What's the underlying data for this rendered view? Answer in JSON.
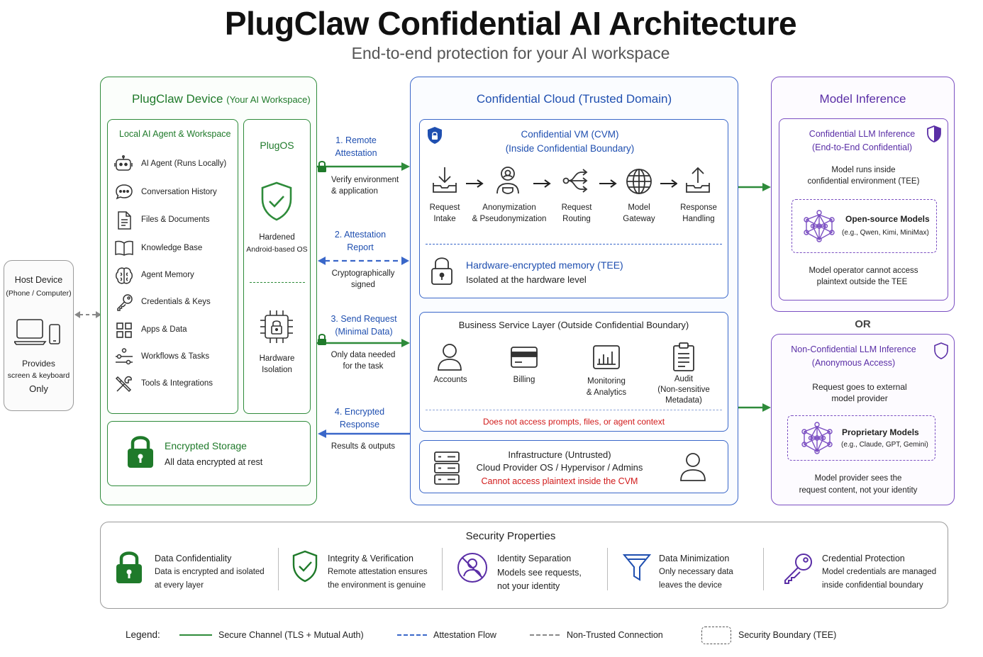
{
  "header": {
    "title": "PlugClaw Confidential AI Architecture",
    "subtitle": "End-to-end protection for your AI workspace"
  },
  "host": {
    "title": "Host Device",
    "sub": "(Phone / Computer)",
    "desc1": "Provides",
    "desc2": "screen & keyboard",
    "desc3": "Only"
  },
  "device": {
    "title": "PlugClaw Device",
    "title_suffix": "(Your AI Workspace)",
    "workspace_title": "Local AI Agent & Workspace",
    "items": [
      {
        "label": "AI Agent (Runs Locally)",
        "icon": "robot-icon"
      },
      {
        "label": "Conversation History",
        "icon": "chat-icon"
      },
      {
        "label": "Files & Documents",
        "icon": "document-icon"
      },
      {
        "label": "Knowledge Base",
        "icon": "book-icon"
      },
      {
        "label": "Agent Memory",
        "icon": "brain-icon"
      },
      {
        "label": "Credentials & Keys",
        "icon": "key-icon"
      },
      {
        "label": "Apps & Data",
        "icon": "grid-icon"
      },
      {
        "label": "Workflows & Tasks",
        "icon": "workflow-icon"
      },
      {
        "label": "Tools & Integrations",
        "icon": "tools-icon"
      }
    ],
    "os_title": "PlugOS",
    "os_hardened1": "Hardened",
    "os_hardened2": "Android-based OS",
    "os_hw1": "Hardware",
    "os_hw2": "Isolation",
    "storage_title": "Encrypted Storage",
    "storage_desc": "All data encrypted at rest"
  },
  "flows": {
    "f1_l1": "1. Remote",
    "f1_l2": "Attestation",
    "f1_d1": "Verify environment",
    "f1_d2": "& application",
    "f2_l1": "2. Attestation",
    "f2_l2": "Report",
    "f2_d1": "Cryptographically",
    "f2_d2": "signed",
    "f3_l1": "3. Send Request",
    "f3_l2": "(Minimal Data)",
    "f3_d1": "Only data needed",
    "f3_d2": "for the task",
    "f4_l1": "4. Encrypted",
    "f4_l2": "Response",
    "f4_d1": "Results & outputs"
  },
  "cloud": {
    "title": "Confidential Cloud (Trusted Domain)",
    "vm_title1": "Confidential VM (CVM)",
    "vm_title2": "(Inside Confidential Boundary)",
    "steps": [
      {
        "l1": "Request",
        "l2": "Intake",
        "icon": "download-icon"
      },
      {
        "l1": "Anonymization",
        "l2": "& Pseudonymization",
        "icon": "user-shield-icon"
      },
      {
        "l1": "Request",
        "l2": "Routing",
        "icon": "routing-icon"
      },
      {
        "l1": "Model",
        "l2": "Gateway",
        "icon": "globe-icon"
      },
      {
        "l1": "Response",
        "l2": "Handling",
        "icon": "upload-icon"
      }
    ],
    "mem_title": "Hardware-encrypted memory (TEE)",
    "mem_desc": "Isolated at the hardware level",
    "biz_title": "Business Service Layer",
    "biz_suffix": "(Outside Confidential Boundary)",
    "biz_items": [
      {
        "l1": "Accounts",
        "l2": "",
        "l3": "",
        "icon": "user-icon"
      },
      {
        "l1": "Billing",
        "l2": "",
        "l3": "",
        "icon": "card-icon"
      },
      {
        "l1": "Monitoring",
        "l2": "& Analytics",
        "l3": "",
        "icon": "chart-icon"
      },
      {
        "l1": "Audit",
        "l2": "(Non-sensitive",
        "l3": "Metadata)",
        "icon": "clipboard-icon"
      }
    ],
    "biz_note": "Does not access prompts, files, or agent context",
    "infra_l1": "Infrastructure (Untrusted)",
    "infra_l2": "Cloud Provider OS / Hypervisor / Admins",
    "infra_l3": "Cannot access plaintext inside the CVM"
  },
  "inference": {
    "title": "Model Inference",
    "conf_title1": "Confidential LLM Inference",
    "conf_title2": "(End-to-End Confidential)",
    "conf_d1": "Model runs inside",
    "conf_d2": "confidential environment (TEE)",
    "oss_title": "Open-source Models",
    "oss_sub": "(e.g., Qwen, Kimi, MiniMax)",
    "conf_f1": "Model operator cannot access",
    "conf_f2": "plaintext outside the TEE",
    "or": "OR",
    "nc_title1": "Non-Confidential LLM Inference",
    "nc_title2": "(Anonymous Access)",
    "nc_d1": "Request goes to external",
    "nc_d2": "model provider",
    "prop_title": "Proprietary Models",
    "prop_sub": "(e.g., Claude, GPT, Gemini)",
    "nc_f1": "Model provider sees the",
    "nc_f2": "request content, not your identity"
  },
  "security": {
    "title": "Security Properties",
    "items": [
      {
        "title": "Data Confidentiality",
        "d1": "Data is encrypted and isolated",
        "d2": "at every layer",
        "icon": "lock-icon",
        "color": "#1f7a2a"
      },
      {
        "title": "Integrity & Verification",
        "d1": "Remote attestation ensures",
        "d2": "the environment is genuine",
        "icon": "shield-check-icon",
        "color": "#1f7a2a"
      },
      {
        "title": "Identity Separation",
        "d1": "Models see requests,",
        "d2": "not your identity",
        "icon": "no-user-icon",
        "color": "#5a2ea6"
      },
      {
        "title": "Data Minimization",
        "d1": "Only necessary data",
        "d2": "leaves the device",
        "icon": "filter-icon",
        "color": "#1f4fb0"
      },
      {
        "title": "Credential Protection",
        "d1": "Model credentials are managed",
        "d2": "inside confidential boundary",
        "icon": "key-icon",
        "color": "#5a2ea6"
      }
    ]
  },
  "legend": {
    "label": "Legend:",
    "secure": "Secure Channel (TLS + Mutual Auth)",
    "attest": "Attestation Flow",
    "untrusted": "Non-Trusted Connection",
    "boundary": "Security Boundary (TEE)"
  },
  "colors": {
    "green": "#2e8b3a",
    "blue": "#3a67c9",
    "purple": "#7b4fc2",
    "red": "#d11a1a"
  }
}
